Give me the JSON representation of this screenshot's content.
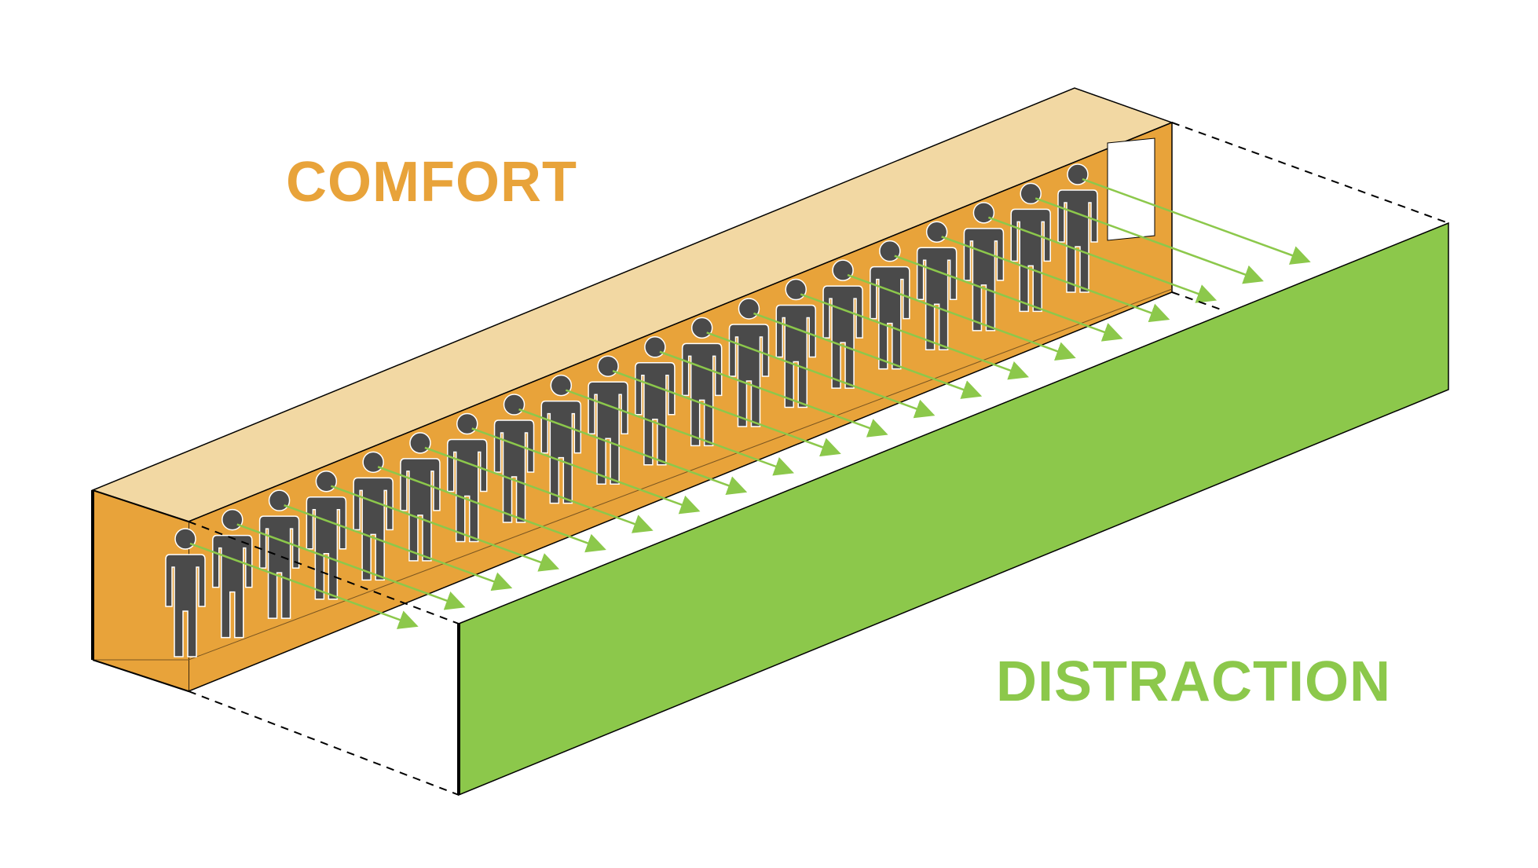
{
  "labels": {
    "comfort": "COMFORT",
    "distraction": "DISTRACTION"
  },
  "figures": {
    "count": 20
  },
  "colors": {
    "comfort": "#e8a33a",
    "distraction": "#8cc84b",
    "roof": "#f2d8a3",
    "wall": "#e8a33a",
    "screen": "#8cc84b",
    "person": "#4a4a4a",
    "arrow": "#8cc84b",
    "outline": "#000000"
  }
}
